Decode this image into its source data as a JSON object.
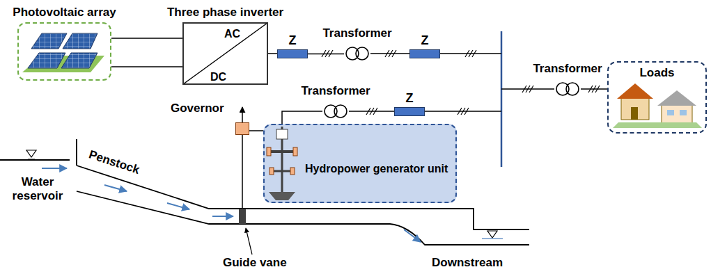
{
  "diagram": {
    "nodes": [
      {
        "text": [
          "Photovoltaic array"
        ]
      },
      {
        "text": [
          "Three phase inverter",
          "AC",
          "DC"
        ]
      },
      {
        "text": [
          "Z"
        ]
      },
      {
        "text": [
          "Transformer"
        ]
      },
      {
        "text": [
          "Z"
        ]
      },
      {
        "text": [
          "Transformer"
        ]
      },
      {
        "text": [
          "Loads"
        ]
      },
      {
        "text": [
          "Transformer"
        ]
      },
      {
        "text": [
          "Z"
        ]
      },
      {
        "text": [
          "Governor"
        ]
      },
      {
        "text": [
          "Hydropower generator unit"
        ]
      }
    ],
    "edges": [
      {
        "from": 0,
        "to": 1,
        "arrow": "none"
      },
      {
        "from": 1,
        "to": 2,
        "arrow": "none"
      },
      {
        "from": 2,
        "to": 3,
        "arrow": "none"
      },
      {
        "from": 3,
        "to": 4,
        "arrow": "none"
      },
      {
        "from": 5,
        "to": 6,
        "arrow": "none"
      },
      {
        "from": 10,
        "to": 7,
        "arrow": "none"
      },
      {
        "from": 7,
        "to": 8,
        "arrow": "none"
      },
      {
        "from": 9,
        "to": 10,
        "arrow": "none"
      }
    ],
    "labels": [
      "Water reservoir",
      "Penstock",
      "Guide vane",
      "Downstream"
    ]
  }
}
